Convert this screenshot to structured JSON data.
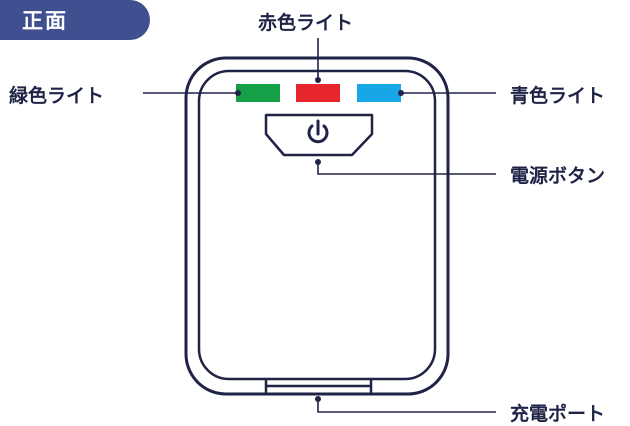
{
  "section_tag": "正面",
  "labels": {
    "red_light": "赤色ライト",
    "green_light": "緑色ライト",
    "blue_light": "青色ライト",
    "power_button": "電源ボタン",
    "charge_port": "充電ポート"
  },
  "colors": {
    "tag_bg": "#3f4f8f",
    "text": "#1f2346",
    "outline": "#1f2346",
    "green_led": "#15a047",
    "red_led": "#e7252c",
    "blue_led": "#17a6e6"
  },
  "icons": {
    "power_button": "power-icon"
  }
}
